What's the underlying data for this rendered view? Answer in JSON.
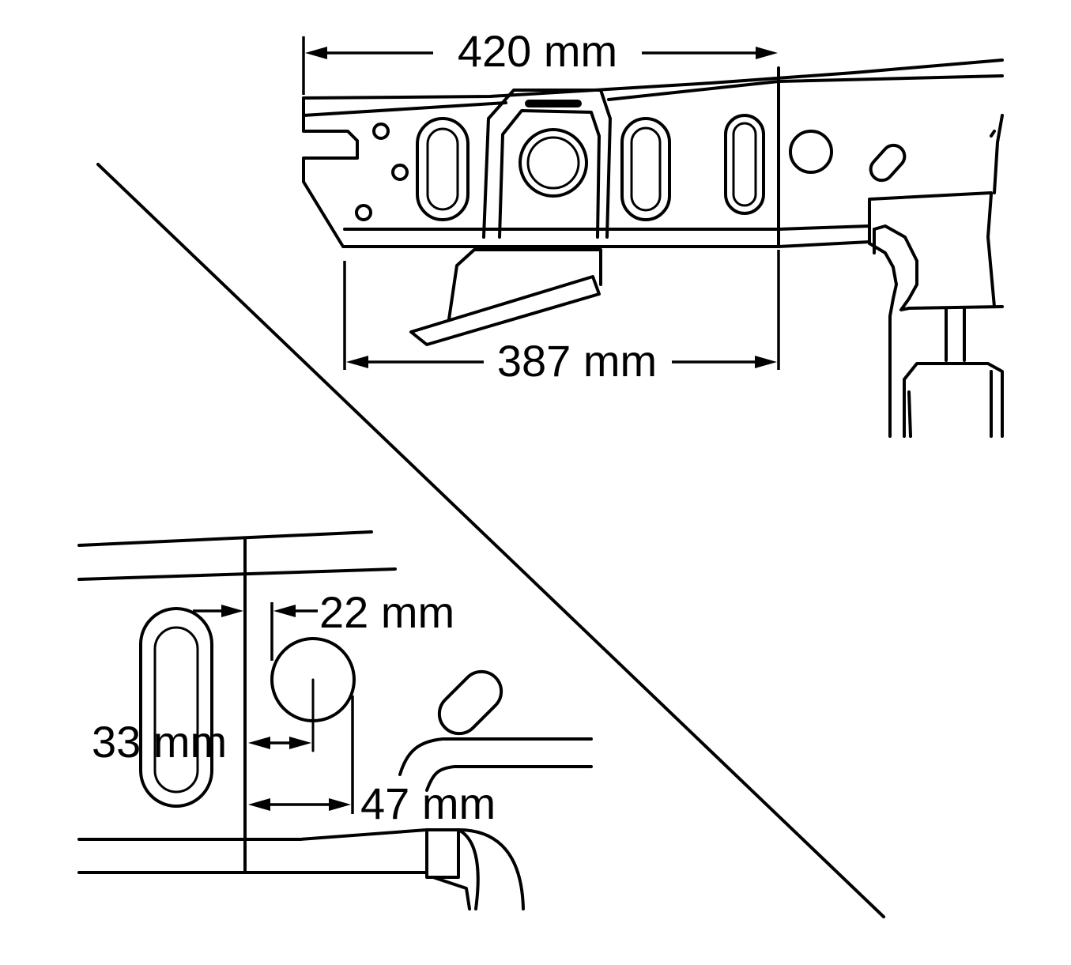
{
  "dimensions": {
    "top_width": "420 mm",
    "bottom_width": "387 mm",
    "slot_offset": "22 mm",
    "hole_center_offset": "33 mm",
    "hole_edge_offset": "47 mm"
  }
}
